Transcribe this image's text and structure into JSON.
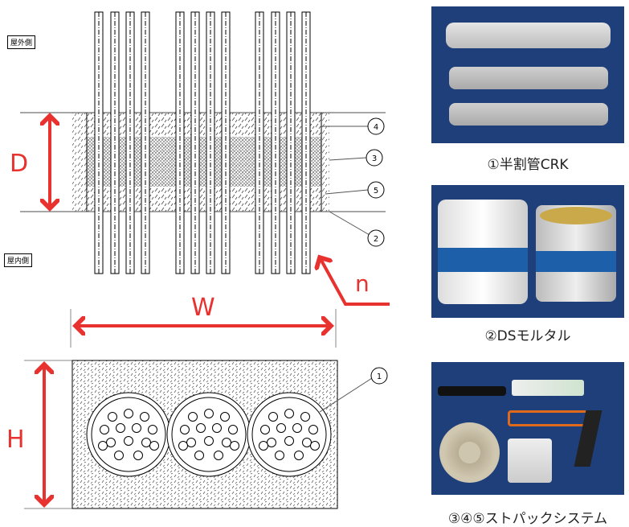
{
  "labels": {
    "outside": "屋外側",
    "inside": "屋内側",
    "dim_d": "D",
    "dim_w": "W",
    "dim_h": "H",
    "dim_n": "n",
    "callouts": [
      "4",
      "3",
      "5",
      "2",
      "1"
    ]
  },
  "products": [
    {
      "caption": "①半割管CRK"
    },
    {
      "caption": "②DSモルタル"
    },
    {
      "caption": "③④⑤ストパックシステム"
    }
  ],
  "colors": {
    "dimension": "#e8322f",
    "photo_bg": "#1f3f7a"
  }
}
